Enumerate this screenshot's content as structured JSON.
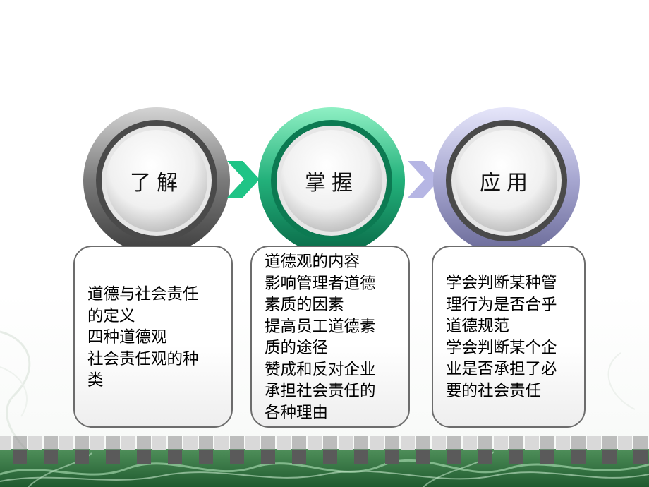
{
  "steps": [
    {
      "label": "了解",
      "colors": {
        "outer": "#5e5e5e",
        "outer_light": "#d4d4d4"
      },
      "lines": [
        "道德与社会责任",
        "的定义",
        "四种道德观",
        "社会责任观的种",
        "类"
      ]
    },
    {
      "label": "掌握",
      "colors": {
        "outer": "#0f8c63",
        "outer_light": "#7fe3b8"
      },
      "lines": [
        "道德观的内容",
        "影响管理者道德",
        "素质的因素",
        "提高员工道德素",
        "质的途径",
        "赞成和反对企业",
        "承担社会责任的",
        "各种理由"
      ]
    },
    {
      "label": "应用",
      "colors": {
        "outer": "#8a8ab8",
        "outer_light": "#dcdcf4"
      },
      "lines": [
        "学会判断某种管",
        "理行为是否合乎",
        "道德规范",
        "学会判断某个企",
        "业是否承担了必",
        "要的社会责任"
      ]
    }
  ],
  "connectors": [
    {
      "color": "#1fc486"
    },
    {
      "color": "#b6b6e4"
    }
  ]
}
